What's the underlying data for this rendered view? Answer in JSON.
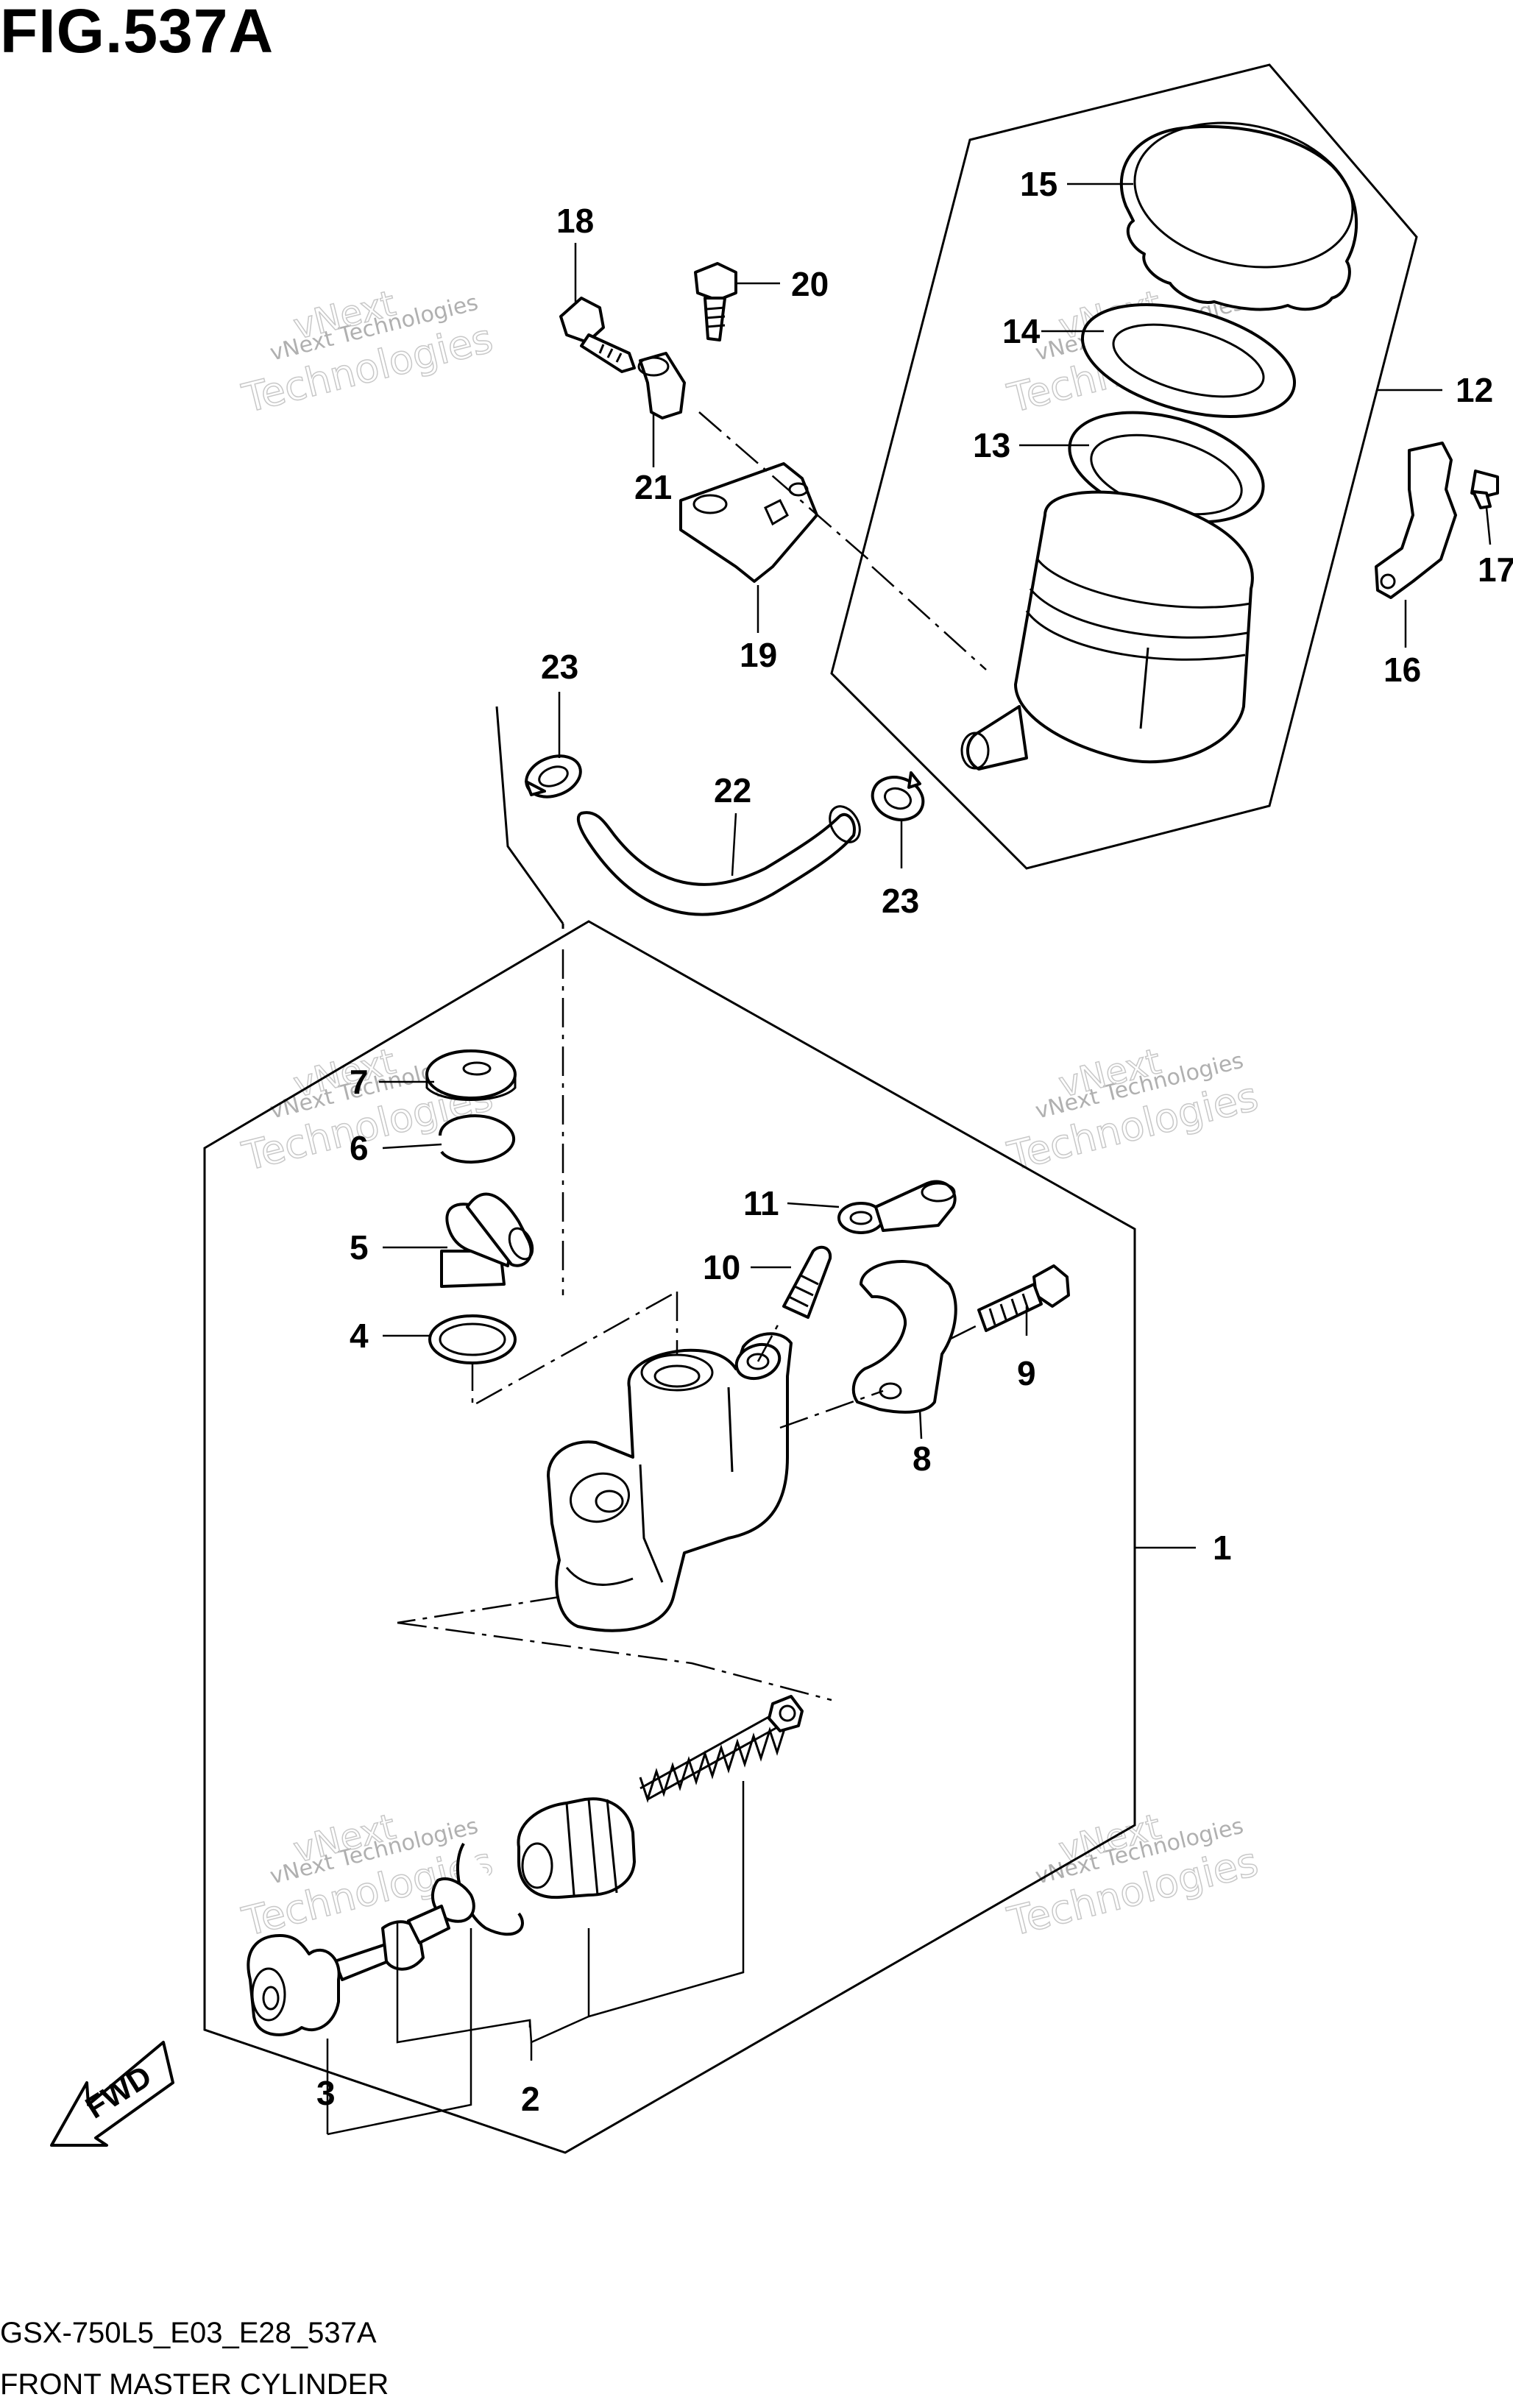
{
  "figure": {
    "title": "FIG.537A",
    "model_code": "GSX-750L5_E03_E28_537A",
    "caption": "FRONT MASTER CYLINDER"
  },
  "watermarks": [
    {
      "line1": "vNext Technologies",
      "line2": "vNext",
      "line3": "Technologies"
    },
    {
      "line1": "vNext Technologies",
      "line2": "vNext",
      "line3": "Technologies"
    },
    {
      "line1": "vNext Technologies",
      "line2": "vNext",
      "line3": "Technologies"
    },
    {
      "line1": "vNext Technologies",
      "line2": "vNext",
      "line3": "Technologies"
    },
    {
      "line1": "vNext Technologies",
      "line2": "vNext",
      "line3": "Technologies"
    },
    {
      "line1": "vNext Technologies",
      "line2": "vNext",
      "line3": "Technologies"
    }
  ],
  "fwd_label": "FWD",
  "callouts": {
    "p1": "1",
    "p2": "2",
    "p3": "3",
    "p4": "4",
    "p5": "5",
    "p6": "6",
    "p7": "7",
    "p8": "8",
    "p9": "9",
    "p10": "10",
    "p11": "11",
    "p12": "12",
    "p13": "13",
    "p14": "14",
    "p15": "15",
    "p16": "16",
    "p17": "17",
    "p18": "18",
    "p19": "19",
    "p20": "20",
    "p21": "21",
    "p22": "22",
    "p23a": "23",
    "p23b": "23"
  }
}
